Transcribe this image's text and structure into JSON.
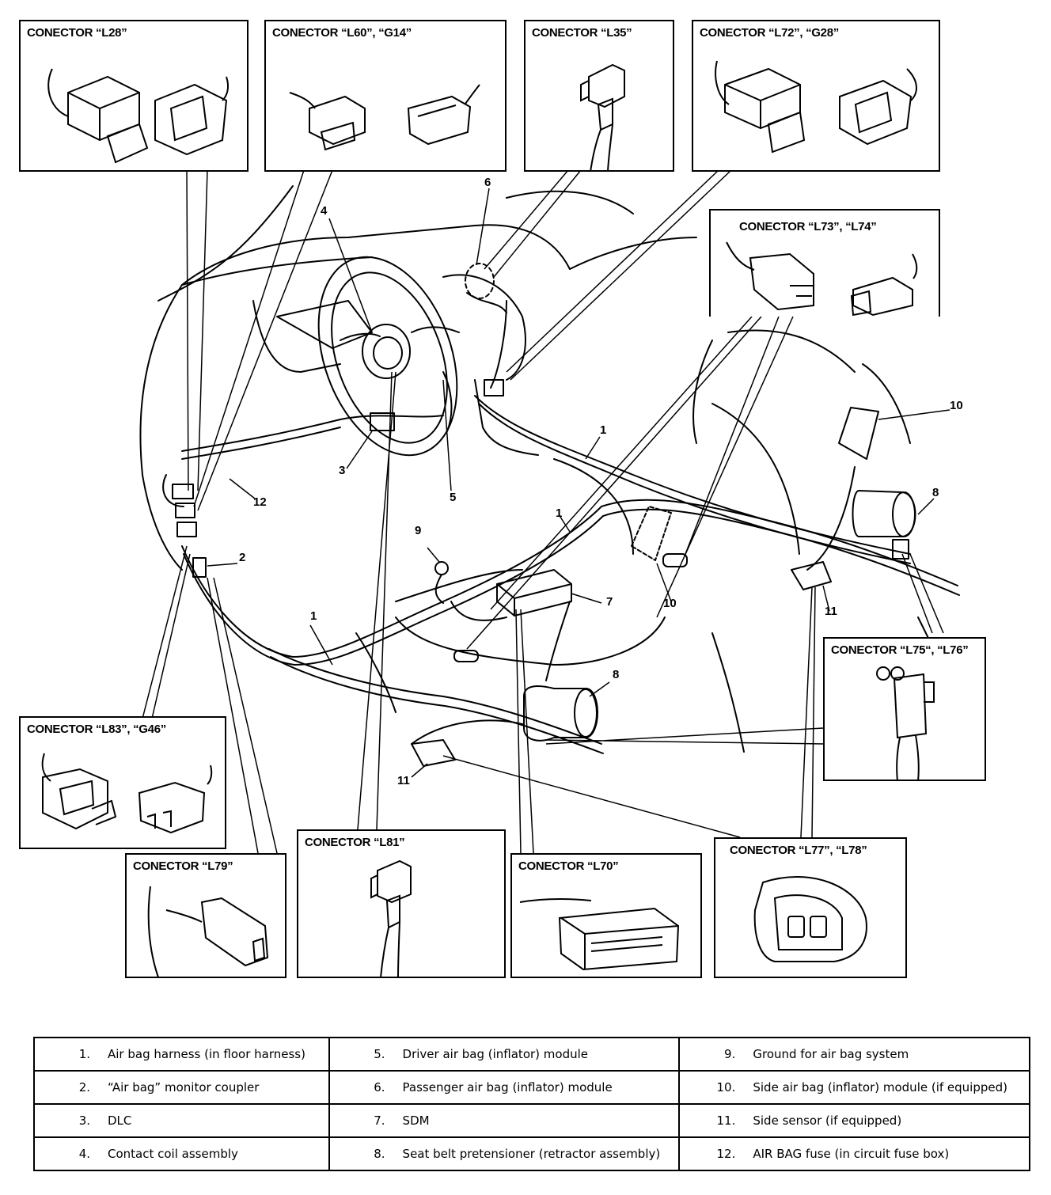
{
  "connectors": {
    "l28": "CONECTOR “L28”",
    "l60_g14": "CONECTOR “L60”, “G14”",
    "l35": "CONECTOR “L35”",
    "l72_g28": "CONECTOR “L72”, “G28”",
    "l73_l74": "CONECTOR “L73”, “L74”",
    "l75_l76": "CONECTOR “L75“, “L76”",
    "l83_g46": "CONECTOR “L83”, “G46”",
    "l79": "CONECTOR “L79”",
    "l81": "CONECTOR “L81”",
    "l70": "CONECTOR “L70”",
    "l77_l78": "CONECTOR “L77”, “L78”"
  },
  "callouts": {
    "c1a": "1",
    "c1b": "1",
    "c1c": "1",
    "c2": "2",
    "c3": "3",
    "c4": "4",
    "c5": "5",
    "c6": "6",
    "c7": "7",
    "c8a": "8",
    "c8b": "8",
    "c9": "9",
    "c10a": "10",
    "c10b": "10",
    "c11a": "11",
    "c11b": "11",
    "c12": "12"
  },
  "legend": [
    [
      {
        "num": "1.",
        "label": "Air bag harness (in floor harness)"
      },
      {
        "num": "5.",
        "label": "Driver air bag (inflator) module"
      },
      {
        "num": "9.",
        "label": "Ground for air bag system"
      }
    ],
    [
      {
        "num": "2.",
        "label": "“Air bag” monitor coupler"
      },
      {
        "num": "6.",
        "label": "Passenger air bag (inflator) module"
      },
      {
        "num": "10.",
        "label": "Side air bag (inflator) module (if equipped)"
      }
    ],
    [
      {
        "num": "3.",
        "label": "DLC"
      },
      {
        "num": "7.",
        "label": "SDM"
      },
      {
        "num": "11.",
        "label": "Side sensor (if equipped)"
      }
    ],
    [
      {
        "num": "4.",
        "label": "Contact coil assembly"
      },
      {
        "num": "8.",
        "label": "Seat belt pretensioner (retractor assembly)"
      },
      {
        "num": "12.",
        "label": "AIR BAG fuse (in circuit fuse box)"
      }
    ]
  ]
}
